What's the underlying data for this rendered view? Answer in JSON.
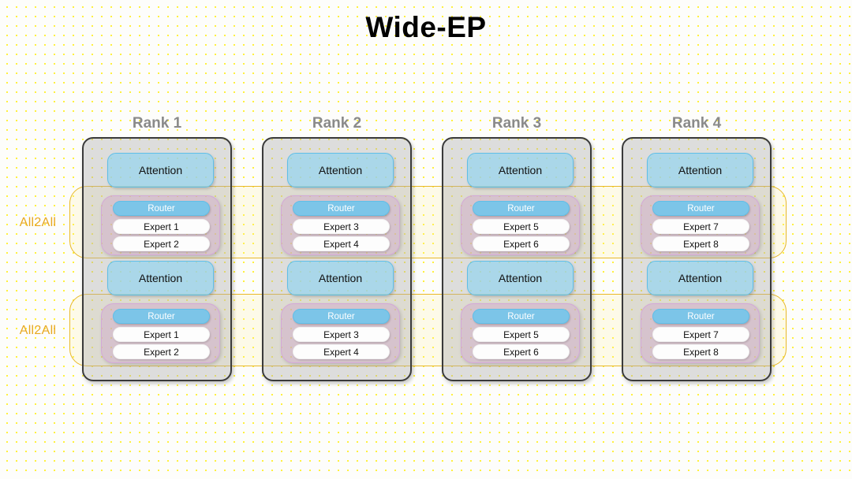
{
  "title": "Wide-EP",
  "labels": {
    "attention": "Attention",
    "router": "Router",
    "all2all": "All2All"
  },
  "colors": {
    "background": "#fdfdfb",
    "dot_pattern": "#ffef2e",
    "title_text": "#000000",
    "rank_title_text": "#8a8a8a",
    "rank_box_border": "#3a3a3a",
    "rank_box_fill": "#b0b0b0",
    "attention_border": "#5fbfe8",
    "attention_fill": "#96d4ee",
    "moe_border": "#d4a8d8",
    "moe_fill": "#cea6c8",
    "router_fill": "#7cc5e8",
    "router_text": "#ffffff",
    "expert_fill": "#fdfdfd",
    "expert_text": "#111111",
    "all2all_border": "#e8b92a",
    "all2all_text": "#e8a820"
  },
  "all2all_bands": [
    {
      "label": "All2All"
    },
    {
      "label": "All2All"
    }
  ],
  "ranks": [
    {
      "title": "Rank 1",
      "layers": [
        {
          "attention": "Attention",
          "router": "Router",
          "experts": [
            "Expert 1",
            "Expert 2"
          ]
        },
        {
          "attention": "Attention",
          "router": "Router",
          "experts": [
            "Expert 1",
            "Expert 2"
          ]
        }
      ]
    },
    {
      "title": "Rank 2",
      "layers": [
        {
          "attention": "Attention",
          "router": "Router",
          "experts": [
            "Expert 3",
            "Expert 4"
          ]
        },
        {
          "attention": "Attention",
          "router": "Router",
          "experts": [
            "Expert 3",
            "Expert 4"
          ]
        }
      ]
    },
    {
      "title": "Rank 3",
      "layers": [
        {
          "attention": "Attention",
          "router": "Router",
          "experts": [
            "Expert 5",
            "Expert 6"
          ]
        },
        {
          "attention": "Attention",
          "router": "Router",
          "experts": [
            "Expert 5",
            "Expert 6"
          ]
        }
      ]
    },
    {
      "title": "Rank 4",
      "layers": [
        {
          "attention": "Attention",
          "router": "Router",
          "experts": [
            "Expert 7",
            "Expert 8"
          ]
        },
        {
          "attention": "Attention",
          "router": "Router",
          "experts": [
            "Expert 7",
            "Expert 8"
          ]
        }
      ]
    }
  ]
}
